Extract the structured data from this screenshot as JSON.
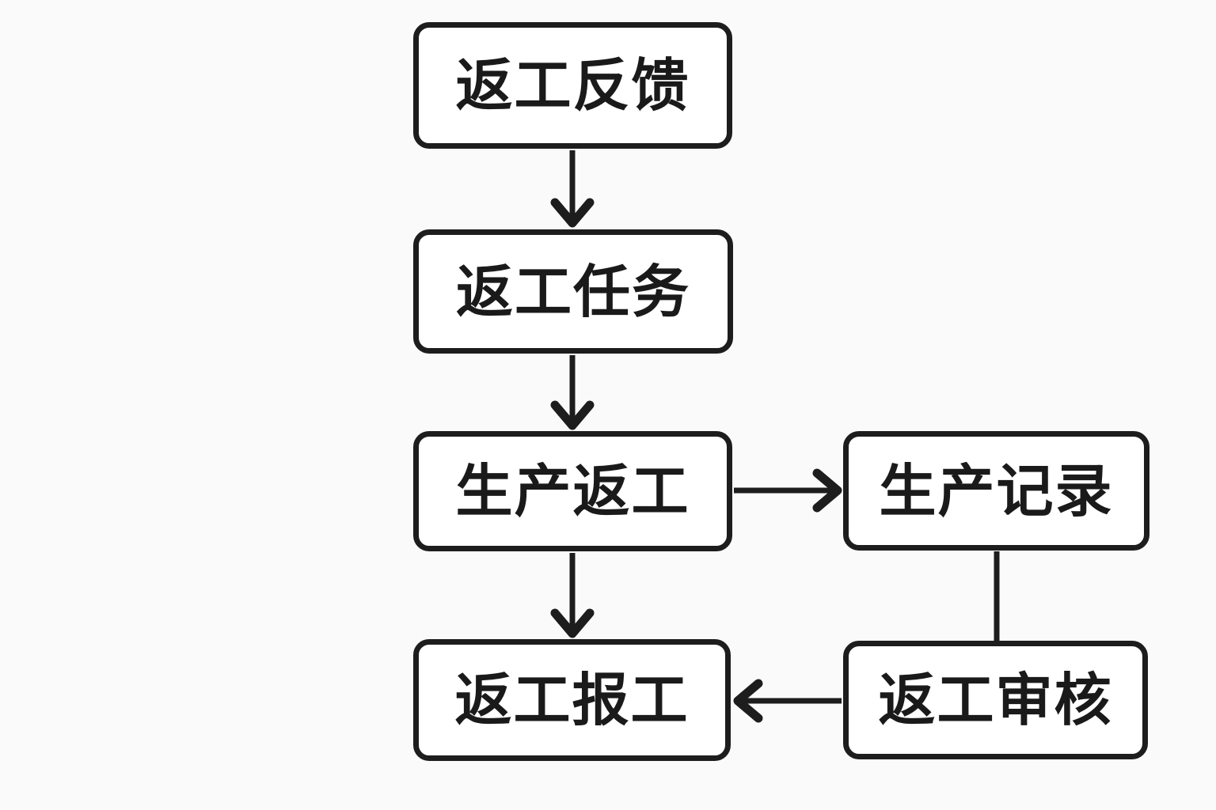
{
  "diagram": {
    "title": "rework-process-flowchart",
    "colors": {
      "background": "#fafafa",
      "node_fill": "#ffffff",
      "stroke": "#1d1d1d",
      "text": "#1a1a1a"
    },
    "nodes": [
      {
        "id": "rework-feedback",
        "label": "返工反馈"
      },
      {
        "id": "rework-task",
        "label": "返工任务"
      },
      {
        "id": "production-rework",
        "label": "生产返工"
      },
      {
        "id": "production-record",
        "label": "生产记录"
      },
      {
        "id": "rework-reporting",
        "label": "返工报工"
      },
      {
        "id": "rework-review",
        "label": "返工审核"
      }
    ],
    "edges": [
      {
        "from": "返工反馈",
        "to": "返工任务",
        "direction": "down",
        "arrowhead": true
      },
      {
        "from": "返工任务",
        "to": "生产返工",
        "direction": "down",
        "arrowhead": true
      },
      {
        "from": "生产返工",
        "to": "生产记录",
        "direction": "right",
        "arrowhead": true
      },
      {
        "from": "生产返工",
        "to": "返工报工",
        "direction": "down",
        "arrowhead": true
      },
      {
        "from": "生产记录",
        "to": "返工审核",
        "direction": "down",
        "arrowhead": false
      },
      {
        "from": "返工审核",
        "to": "返工报工",
        "direction": "left",
        "arrowhead": true
      }
    ]
  }
}
